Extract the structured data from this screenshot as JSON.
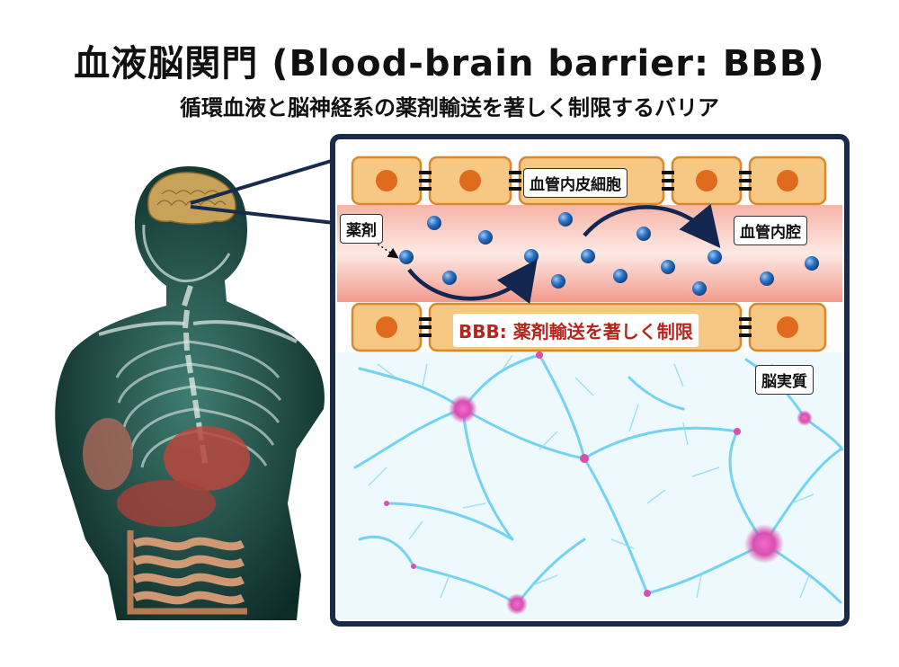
{
  "title": "血液脳関門 (Blood-brain barrier: BBB)",
  "subtitle": "循環血液と脳神経系の薬剤輸送を著しく制限するバリア",
  "labels": {
    "endothelial": "血管内皮細胞",
    "drug": "薬剤",
    "lumen": "血管内腔",
    "bbb": "BBB: 薬剤輸送を著しく制限",
    "parenchyma": "脳実質"
  },
  "colors": {
    "frame": "#1a2a4a",
    "cell_fill": "#f7c884",
    "cell_stroke": "#d9892c",
    "nucleus": "#e06b1c",
    "vessel": "#f49a8e",
    "particle": "#2a72c4",
    "arrow": "#12264f",
    "neuron": "#4cc6ec",
    "soma": "#e24fb3",
    "bbb_text": "#b5251e"
  }
}
